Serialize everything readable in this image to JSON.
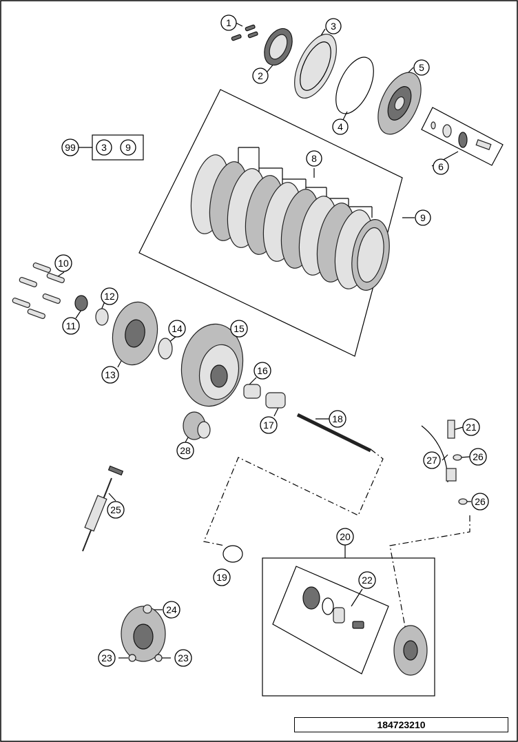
{
  "diagram": {
    "document_number": "184723210",
    "kit_reference": {
      "label": "99",
      "items": [
        "3",
        "9"
      ]
    },
    "callouts": [
      {
        "id": "c1",
        "label": "1"
      },
      {
        "id": "c2",
        "label": "2"
      },
      {
        "id": "c3",
        "label": "3"
      },
      {
        "id": "c4",
        "label": "4"
      },
      {
        "id": "c5",
        "label": "5"
      },
      {
        "id": "c6",
        "label": "6"
      },
      {
        "id": "c8",
        "label": "8"
      },
      {
        "id": "c9",
        "label": "9"
      },
      {
        "id": "c10",
        "label": "10"
      },
      {
        "id": "c11",
        "label": "11"
      },
      {
        "id": "c12",
        "label": "12"
      },
      {
        "id": "c13",
        "label": "13"
      },
      {
        "id": "c14",
        "label": "14"
      },
      {
        "id": "c15",
        "label": "15"
      },
      {
        "id": "c16",
        "label": "16"
      },
      {
        "id": "c17",
        "label": "17"
      },
      {
        "id": "c18",
        "label": "18"
      },
      {
        "id": "c19",
        "label": "19"
      },
      {
        "id": "c20",
        "label": "20"
      },
      {
        "id": "c21",
        "label": "21"
      },
      {
        "id": "c22",
        "label": "22"
      },
      {
        "id": "c23a",
        "label": "23"
      },
      {
        "id": "c23b",
        "label": "23"
      },
      {
        "id": "c24",
        "label": "24"
      },
      {
        "id": "c25",
        "label": "25"
      },
      {
        "id": "c26a",
        "label": "26"
      },
      {
        "id": "c26b",
        "label": "26"
      },
      {
        "id": "c27",
        "label": "27"
      },
      {
        "id": "c28",
        "label": "28"
      }
    ]
  }
}
